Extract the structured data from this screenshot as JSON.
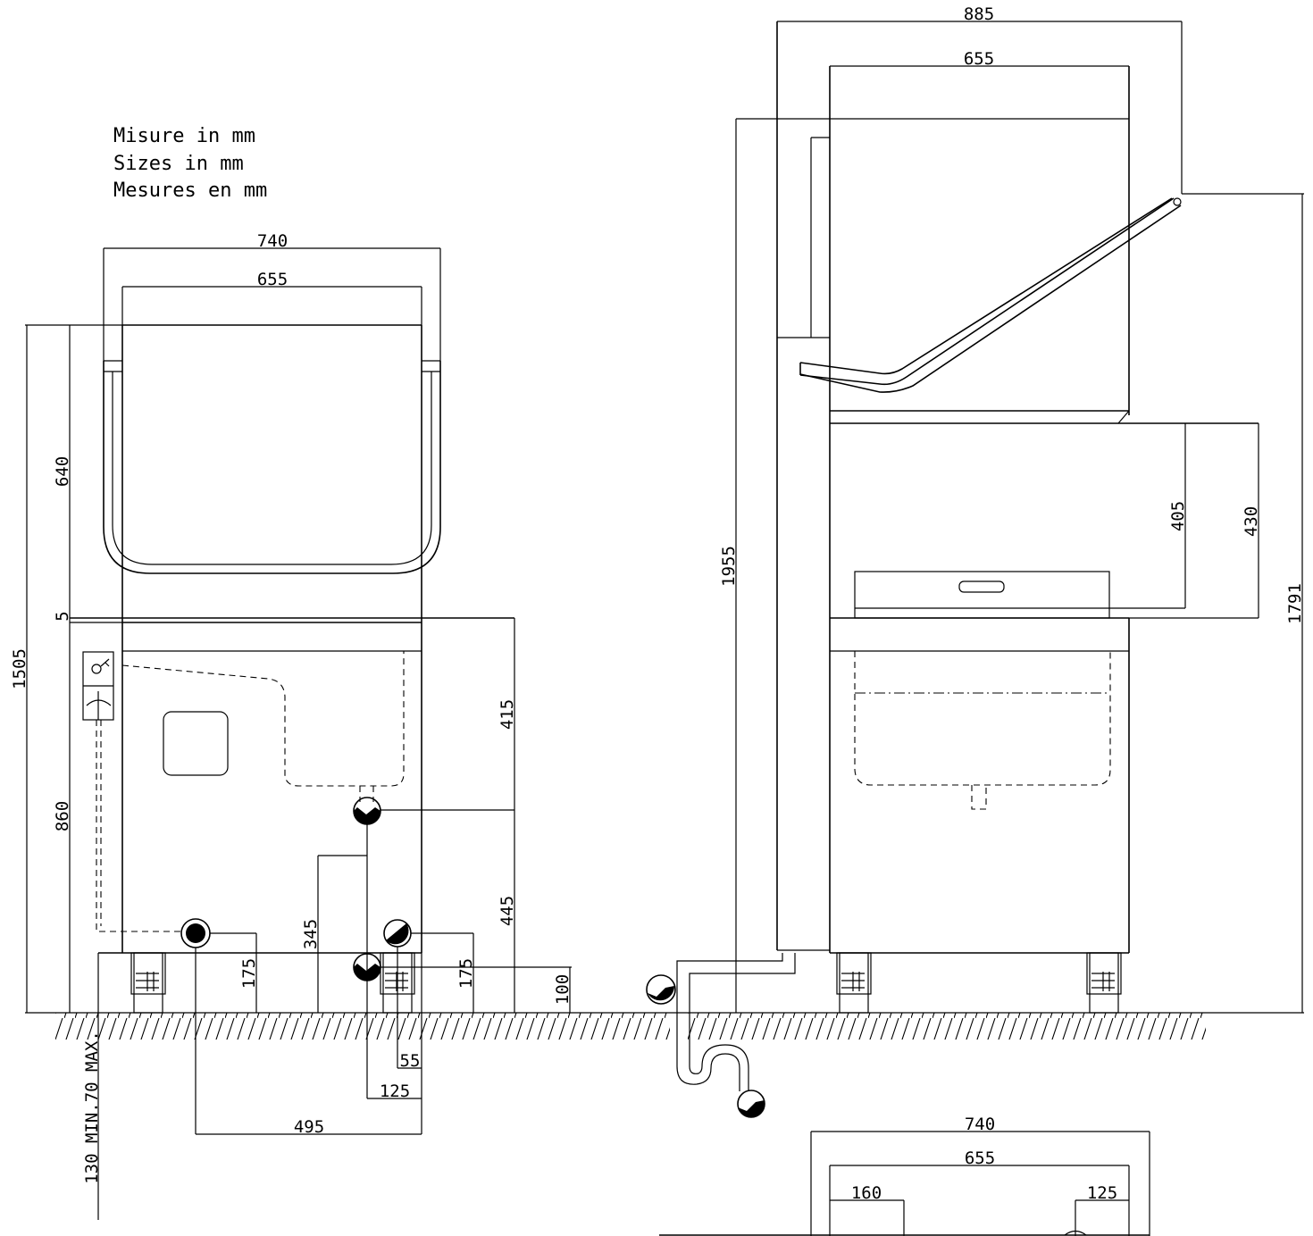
{
  "units_note": [
    "Misure in mm",
    "Sizes in mm",
    "Mesures en mm"
  ],
  "front_view": {
    "dimensions": {
      "outer_width": "740",
      "inner_width": "655",
      "hood_height": "640",
      "gap": "5",
      "total_height": "1505",
      "base_height": "860",
      "inlet_height": "415",
      "height_445": "445",
      "height_345": "345",
      "height_175_left": "175",
      "height_175_right": "175",
      "height_100": "100",
      "offset_55": "55",
      "offset_125": "125",
      "offset_495": "495",
      "feet_note": "130 MIN.70 MAX."
    }
  },
  "side_view": {
    "dimensions": {
      "total_depth": "885",
      "hood_depth": "655",
      "total_height_open": "1955",
      "height_1791": "1791",
      "height_405": "405",
      "height_430": "430"
    }
  },
  "plan_view": {
    "dimensions": {
      "outer_width": "740",
      "inner_width": "655",
      "offset_160": "160",
      "offset_125": "125"
    }
  }
}
